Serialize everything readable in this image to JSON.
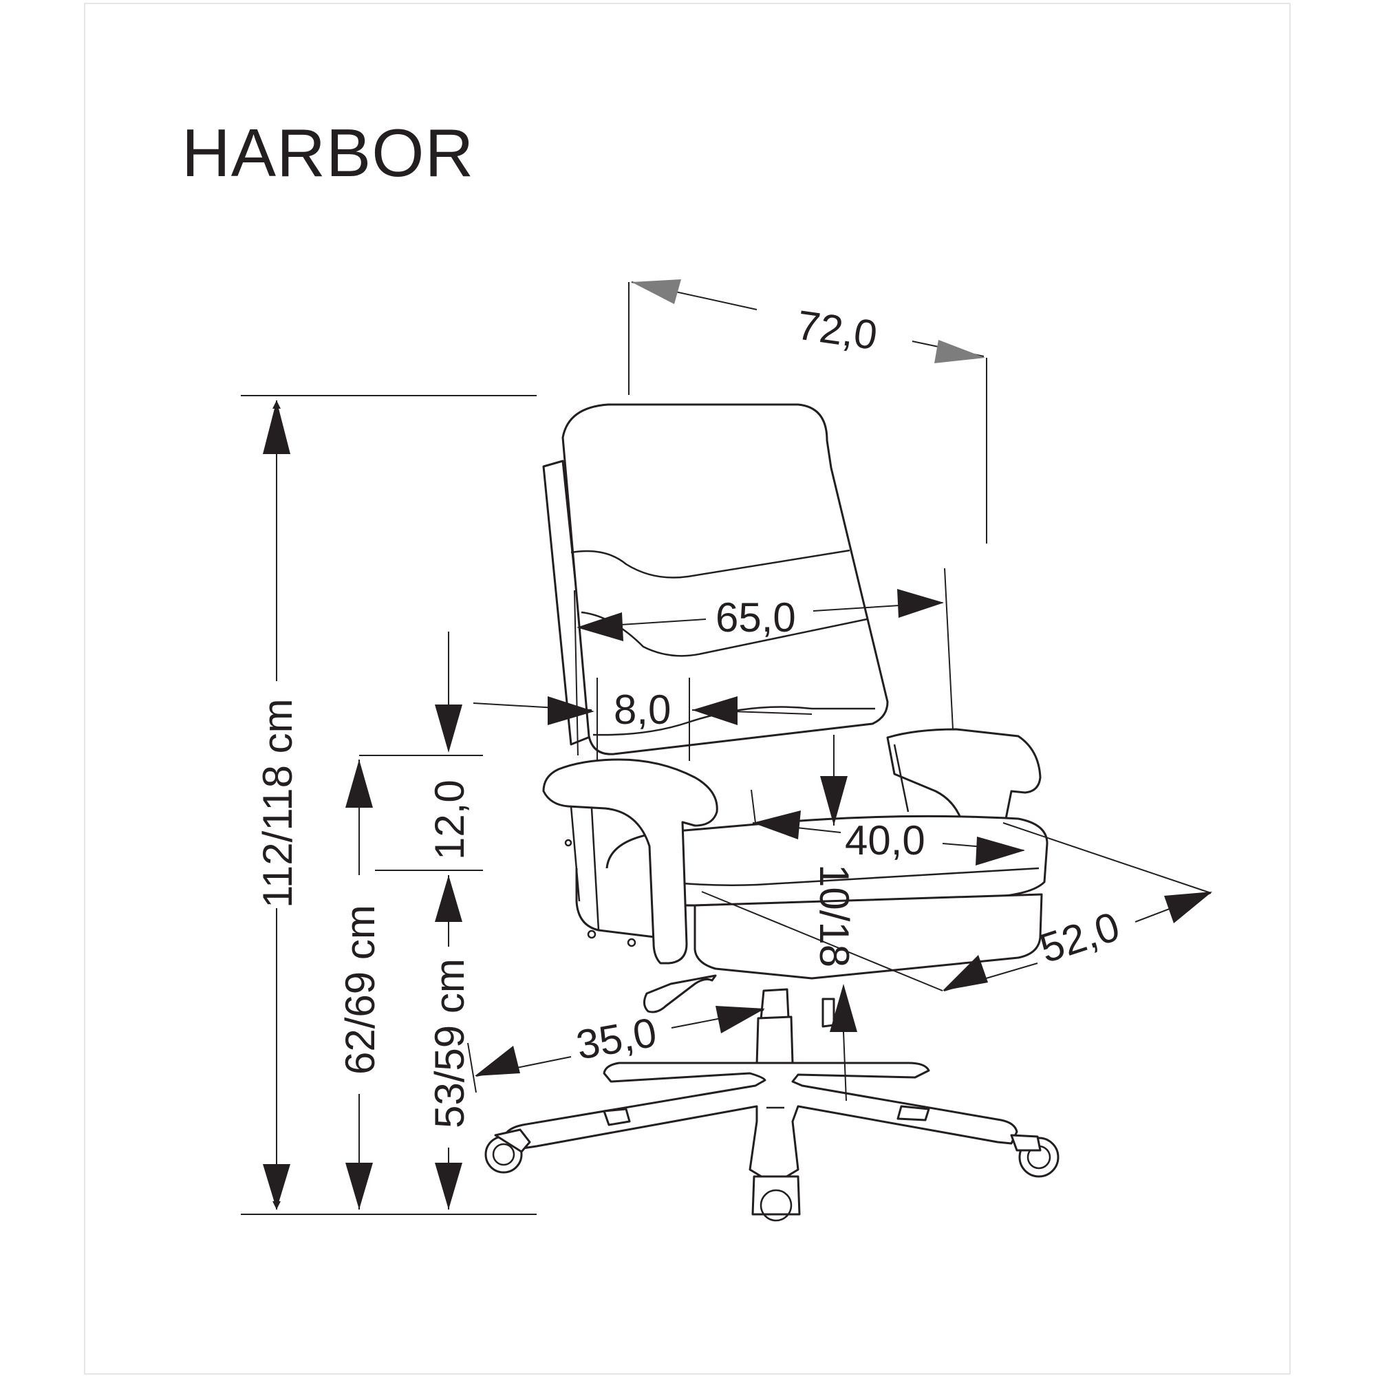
{
  "title": "HARBOR",
  "dimensions": {
    "total_height": "112/118 cm",
    "armrest_height": "62/69 cm",
    "seat_height": "53/59 cm",
    "armrest_to_seat": "12,0",
    "overall_width": "72,0",
    "backrest_width": "65,0",
    "armrest_width": "8,0",
    "seat_depth": "40,0",
    "seat_width": "52,0",
    "height_adjustment": "10/18",
    "base_radius": "35,0"
  },
  "colors": {
    "ink": "#231f20",
    "arrow_gray": "#7d7d7d",
    "frame": "#e6e6e6"
  }
}
